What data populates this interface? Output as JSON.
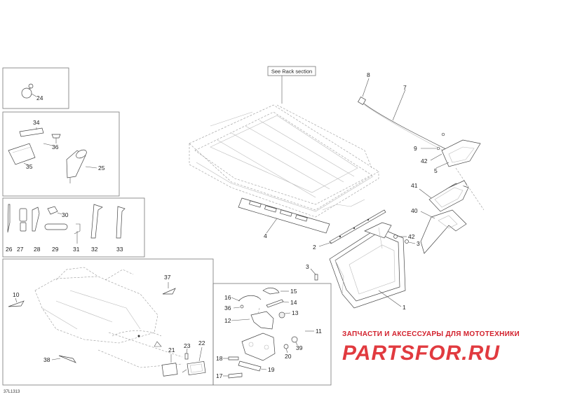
{
  "diagram": {
    "reference_box": "See Rack section",
    "figure_ref": "37L1313",
    "watermark": {
      "tagline": "ЗАПЧАСТИ И АКСЕССУАРЫ ДЛЯ МОТОТЕХНИКИ",
      "brand": "PARTSFOR.RU"
    },
    "callouts": {
      "c1": "1",
      "c2": "2",
      "c3a": "3",
      "c3b": "3",
      "c4": "4",
      "c5": "5",
      "c7": "7",
      "c8": "8",
      "c9": "9",
      "c10": "10",
      "c11": "11",
      "c12": "12",
      "c13": "13",
      "c14": "14",
      "c15": "15",
      "c16": "16",
      "c17": "17",
      "c18": "18",
      "c19": "19",
      "c20": "20",
      "c21": "21",
      "c22": "22",
      "c23": "23",
      "c24": "24",
      "c25": "25",
      "c26": "26",
      "c27": "27",
      "c28": "28",
      "c29": "29",
      "c30": "30",
      "c31": "31",
      "c32": "32",
      "c33": "33",
      "c34": "34",
      "c35": "35",
      "c36a": "36",
      "c36b": "36",
      "c37": "37",
      "c38": "38",
      "c39": "39",
      "c40": "40",
      "c41": "41",
      "c42a": "42",
      "c42b": "42"
    }
  }
}
